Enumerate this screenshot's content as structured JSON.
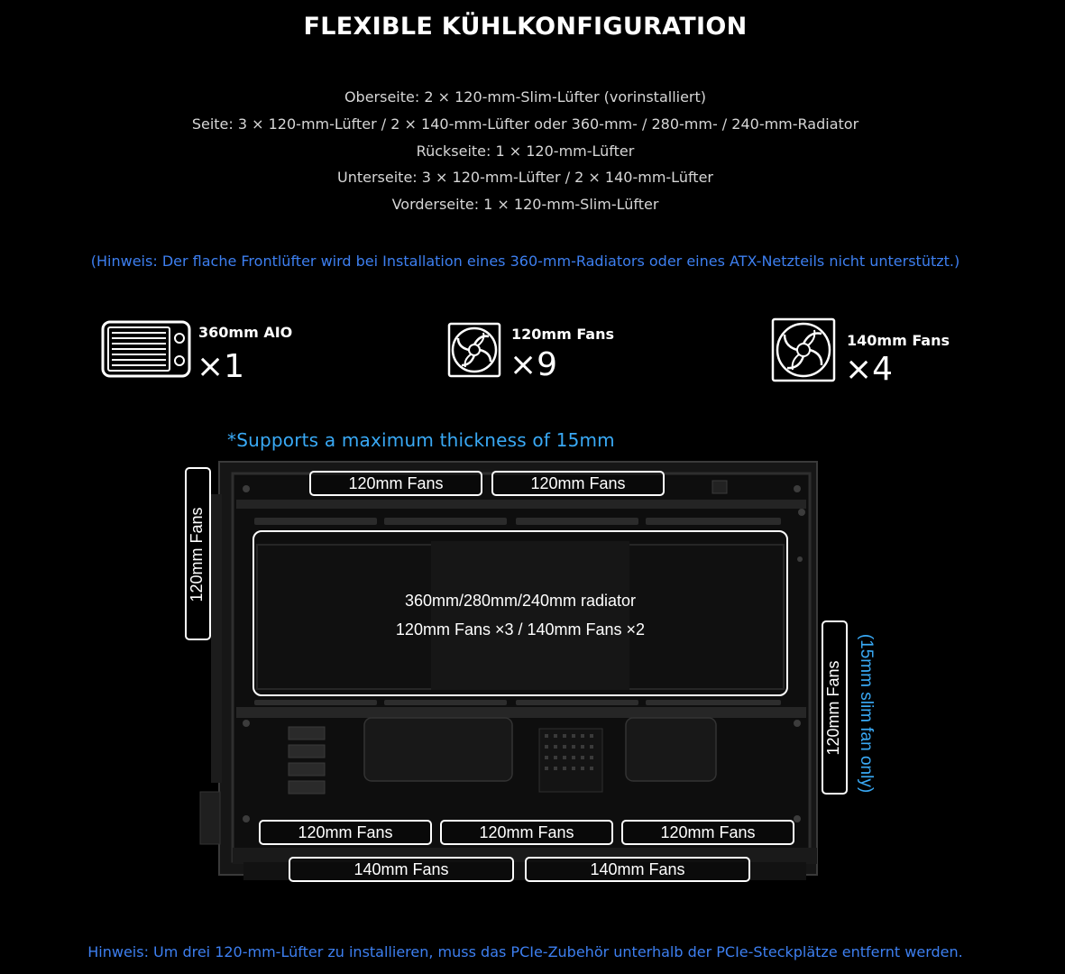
{
  "title": "FLEXIBLE KÜHLKONFIGURATION",
  "specs": [
    "Oberseite: 2 × 120-mm-Slim-Lüfter (vorinstalliert)",
    "Seite: 3 × 120-mm-Lüfter / 2 × 140-mm-Lüfter oder 360-mm- / 280-mm- / 240-mm-Radiator",
    "Rückseite: 1 × 120-mm-Lüfter",
    "Unterseite: 3 × 120-mm-Lüfter / 2 × 140-mm-Lüfter",
    "Vorderseite: 1 × 120-mm-Slim-Lüfter"
  ],
  "hint_top": "(Hinweis: Der flache Frontlüfter wird bei Installation eines 360-mm-Radiators oder eines ATX-Netzteils nicht unterstützt.)",
  "features": [
    {
      "label": "360mm AIO",
      "count": "×1",
      "icon": "radiator-icon"
    },
    {
      "label": "120mm Fans",
      "count": "×9",
      "icon": "fan-icon"
    },
    {
      "label": "140mm Fans",
      "count": "×4",
      "icon": "fan-icon"
    }
  ],
  "diagram": {
    "thickness_note": "*Supports a maximum thickness of 15mm",
    "top_slots": [
      "120mm Fans",
      "120mm Fans"
    ],
    "rear_slot": "120mm Fans",
    "radiator_line1": "360mm/280mm/240mm radiator",
    "radiator_line2": "120mm Fans ×3 / 140mm Fans ×2",
    "front_slot": "120mm Fans",
    "front_note": "(15mm slim fan only)",
    "bottom_row1": [
      "120mm Fans",
      "120mm Fans",
      "120mm Fans"
    ],
    "bottom_row2": [
      "140mm Fans",
      "140mm Fans"
    ]
  },
  "hint_bottom": "Hinweis: Um drei 120-mm-Lüfter zu installieren, muss das PCIe-Zubehör unterhalb der PCIe-Steckplätze entfernt werden.",
  "colors": {
    "background": "#000000",
    "hint_blue": "#3d7ff0",
    "note_cyan": "#39a9f5"
  }
}
